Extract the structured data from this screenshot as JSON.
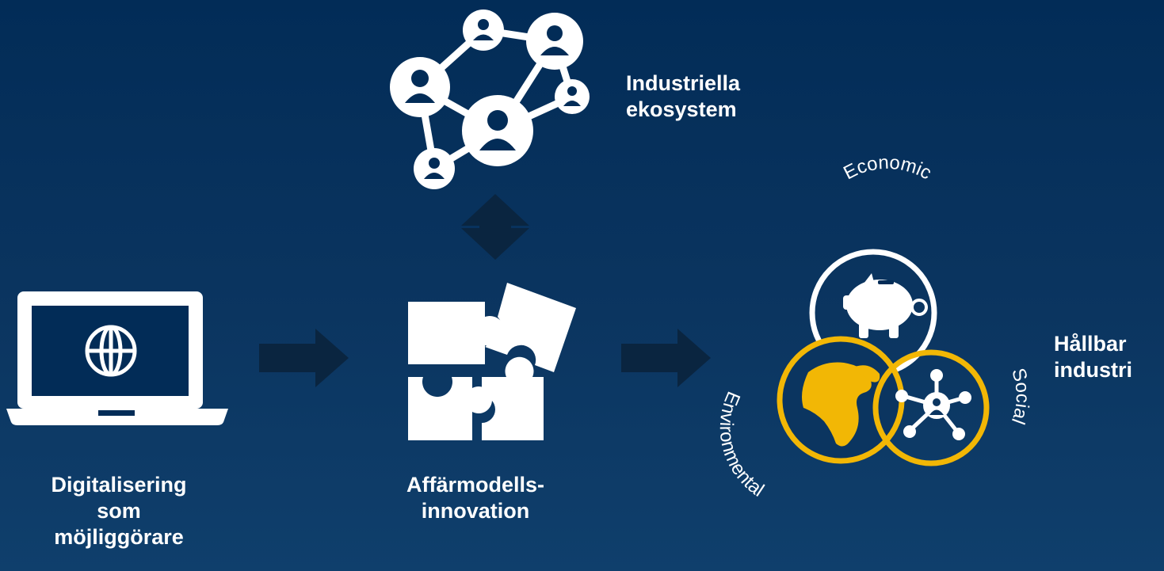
{
  "colors": {
    "background": "#022c57",
    "icon": "#ffffff",
    "arrow": "#0a2540",
    "accent": "#f2b705"
  },
  "ecosystem": {
    "label_line1": "Industriella",
    "label_line2": "ekosystem"
  },
  "digitalization": {
    "label_line1": "Digitalisering",
    "label_line2": "som",
    "label_line3": "möjliggörare"
  },
  "innovation": {
    "label_line1": "Affärmodells-",
    "label_line2": "innovation"
  },
  "sustainability": {
    "label_line1": "Hållbar",
    "label_line2": "industri",
    "pillars": {
      "economic": "Economic",
      "social": "Social",
      "environmental": "Environmental"
    }
  },
  "icons": [
    "network-icon",
    "laptop-globe-icon",
    "puzzle-icon",
    "piggy-bank-icon",
    "globe-icon",
    "social-network-icon"
  ]
}
